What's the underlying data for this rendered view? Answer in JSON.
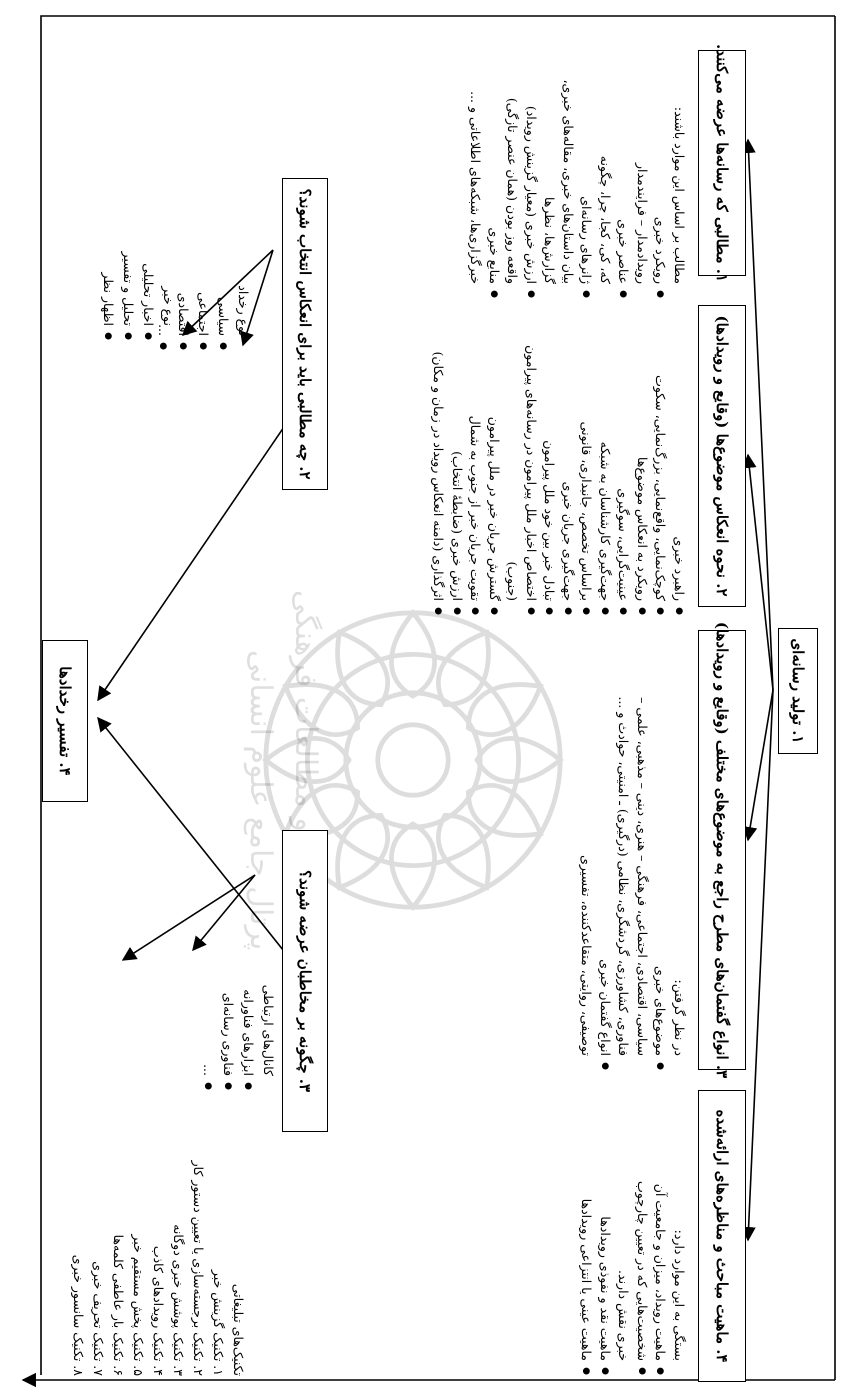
{
  "top_box": "۱. تولید رسانه‌ای",
  "categories": [
    {
      "title": "۱. مطالبی که رسانه‌ها عرضه می‌کنند.",
      "items": [
        {
          "text": "مطالب بر اساس این موارد باشند:",
          "bullet": false
        },
        {
          "text": "رویکرد خبری",
          "bullet": true
        },
        {
          "text": "رویدادمدار – فرایندمدار",
          "bullet": false
        },
        {
          "text": "عناصر خبری",
          "bullet": true
        },
        {
          "text": "که، کی، کجا، چرا، چگونه",
          "bullet": false
        },
        {
          "text": "ژانرهای رسانه‌ای",
          "bullet": true
        },
        {
          "text": "بیان داستان‌های خبری، مقاله‌های خبری،",
          "bullet": false
        },
        {
          "text": "گزارش‌ها، نظرها",
          "bullet": false
        },
        {
          "text": "ارزش خبری (معیار گزینش رویداد)",
          "bullet": true
        },
        {
          "text": "واقعه روز بودن (همان عنصر تازگی)",
          "bullet": false
        },
        {
          "text": "منابع خبری",
          "bullet": true
        },
        {
          "text": "خبرگزاری‌ها، شبکه‌های اطلاعاتی و ...",
          "bullet": false
        }
      ]
    },
    {
      "title": "۲. نحوه انعکاس موضوع‌ها (وقایع و رویدادها)",
      "items": [
        {
          "text": "راهبرد خبری",
          "bullet": true
        },
        {
          "text": "کوچک‌نمایی، واقع‌نمایی، بزرگ‌نمایی، سکوت",
          "bullet": true
        },
        {
          "text": "رویکرد به انعکاس موضوع‌ها",
          "bullet": true
        },
        {
          "text": "عینیت‌گرایی، سوگیری",
          "bullet": true
        },
        {
          "text": "جهت‌گیری کارشناسان به شبکه",
          "bullet": true
        },
        {
          "text": "براساس تخصص، جانبداری، قانونی",
          "bullet": true
        },
        {
          "text": "جهت‌گیری جریان خبری",
          "bullet": true
        },
        {
          "text": "تبادل خبر بین خود ملل پیرامون",
          "bullet": true
        },
        {
          "text": "اختصاص اخبار ملل پیرامون در رسانه‌های پیرامون (جنوب)",
          "bullet": true
        },
        {
          "text": "گسترش جریان خبر در ملل پیرامون",
          "bullet": true
        },
        {
          "text": "تقویت جریان خبر از جنوب به شمال",
          "bullet": true
        },
        {
          "text": "ارزش خبری (ضابطهٔ انتخاب)",
          "bullet": true
        },
        {
          "text": "اثرگذاری (دامنه انعکاس رویداد در زمان و مکان)",
          "bullet": true
        }
      ]
    },
    {
      "title": "۳. انواع گفتمان‌های مطرح راجع به موضوع‌های مختلف (وقایع و رویدادها)",
      "items": [
        {
          "text": "در نظر گرفتن:",
          "bullet": false
        },
        {
          "text": "موضوع‌های خبری",
          "bullet": true
        },
        {
          "text": "سیاسی، اقتصادی، اجتماعی، فرهنگی – هنری، دینی – مذهبی، علمی –",
          "bullet": false
        },
        {
          "text": "فناوری، کشاورزی، گردشگری، نظامی (درگیری) ـ امنیتی، حوادث و ...",
          "bullet": false
        },
        {
          "text": "انواع گفتمان خبری",
          "bullet": true
        },
        {
          "text": "توصیفی، روایتی، متقاعدکننده، تفسیری",
          "bullet": false
        }
      ]
    },
    {
      "title": "۴. ماهیت مباحث و مناظره‌های ارائه‌شده",
      "items": [
        {
          "text": "بستگی به این موارد دارد:",
          "bullet": false
        },
        {
          "text": "ماهیت رویداد، میزان و جامعیت آن",
          "bullet": true
        },
        {
          "text": "شخصیت‌هایی که در تعیین چارچوب",
          "bullet": true
        },
        {
          "text": "خبری نقش دارند.",
          "bullet": false
        },
        {
          "text": "ماهیت نقد و نفوذی رویدادها",
          "bullet": true
        },
        {
          "text": "ماهیت عینی یا انتزاعی رویدادها",
          "bullet": true
        }
      ]
    }
  ],
  "selection_box": "۲. چه مطالبی باید برای انعکاس انتخاب شوند؟",
  "selection_left": {
    "head": "نوع رخداد",
    "items": [
      "سیاسی",
      "اجتماعی",
      "اقتصادی",
      "..."
    ]
  },
  "selection_right": {
    "head": "نوع خبر",
    "items": [
      "اخبار تحلیلی",
      "تحلیل و تفسیر",
      "اظهار نظر"
    ]
  },
  "interpret_box": "۴. تفسیر رخدادها",
  "present_box": "۳. چگونه بر مخاطبان عرضه شوند؟",
  "present_left": {
    "head": "تکنیک‌های تبلیغاتی",
    "items": [
      "۱. تکنیک گزینش خبر",
      "۲. تکنیک برجسته‌سازی یا تعیین دستور کار",
      "۳. تکنیک پوشش خبری دوگانه",
      "۴. تکنیک رویدادهای کاذب",
      "۵. تکنیک پخش مستقیم خبر",
      "۶. تکنیک بار عاطفی کلمه‌ها",
      "۷. تکنیک تحریف خبری",
      "۸. تکنیک سانسور خبری"
    ]
  },
  "present_right": {
    "head": "کانال‌های ارتباطی",
    "items": [
      "ابزارهای فناورانه",
      "فناوری رسانه‌ای",
      "..."
    ]
  },
  "watermark": {
    "line1": "پژوهشگاه علوم انسانی و مطالعات فرهنگی",
    "line2": "پرتال جامع علوم انسانی"
  }
}
